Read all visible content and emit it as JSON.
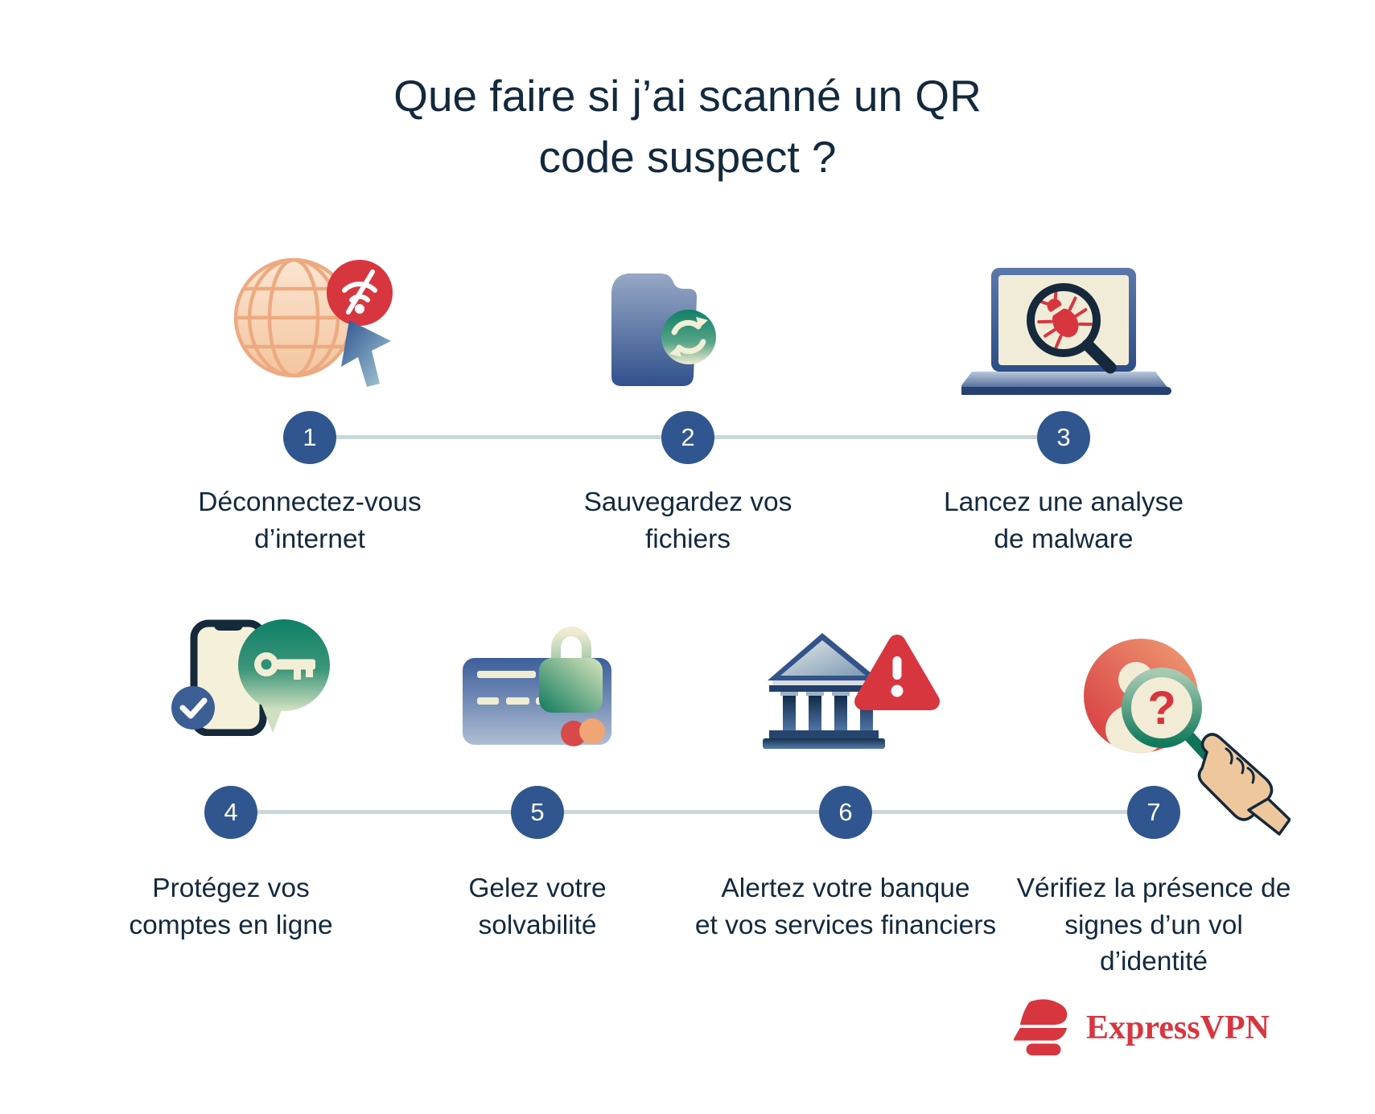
{
  "title": "Que faire si j’ai scanné un QR\ncode suspect ?",
  "steps": [
    {
      "number": "1",
      "label": "Déconnectez-vous\nd’internet",
      "icon": "globe-wifi-off-icon"
    },
    {
      "number": "2",
      "label": "Sauvegardez vos\nfichiers",
      "icon": "folder-sync-icon"
    },
    {
      "number": "3",
      "label": "Lancez une analyse\nde malware",
      "icon": "laptop-malware-scan-icon"
    },
    {
      "number": "4",
      "label": "Protégez vos\ncomptes en ligne",
      "icon": "phone-key-check-icon"
    },
    {
      "number": "5",
      "label": "Gelez votre\nsolvabilité",
      "icon": "credit-card-lock-icon"
    },
    {
      "number": "6",
      "label": "Alertez votre banque\net vos services financiers",
      "icon": "bank-alert-icon"
    },
    {
      "number": "7",
      "label": "Vérifiez la présence de\nsignes d’un vol\nd’identité",
      "icon": "identity-search-icon"
    }
  ],
  "brand": {
    "wordmark": "ExpressVPN"
  },
  "colors": {
    "background": "#ffffff",
    "text": "#13293d",
    "step_circle": "#30568f",
    "connector_line": "#c9d8d9",
    "accent_red": "#d8363f",
    "green": "#117a5c",
    "peach": "#edaa80",
    "blue": "#3c5e9a",
    "cream": "#f2eed6"
  }
}
